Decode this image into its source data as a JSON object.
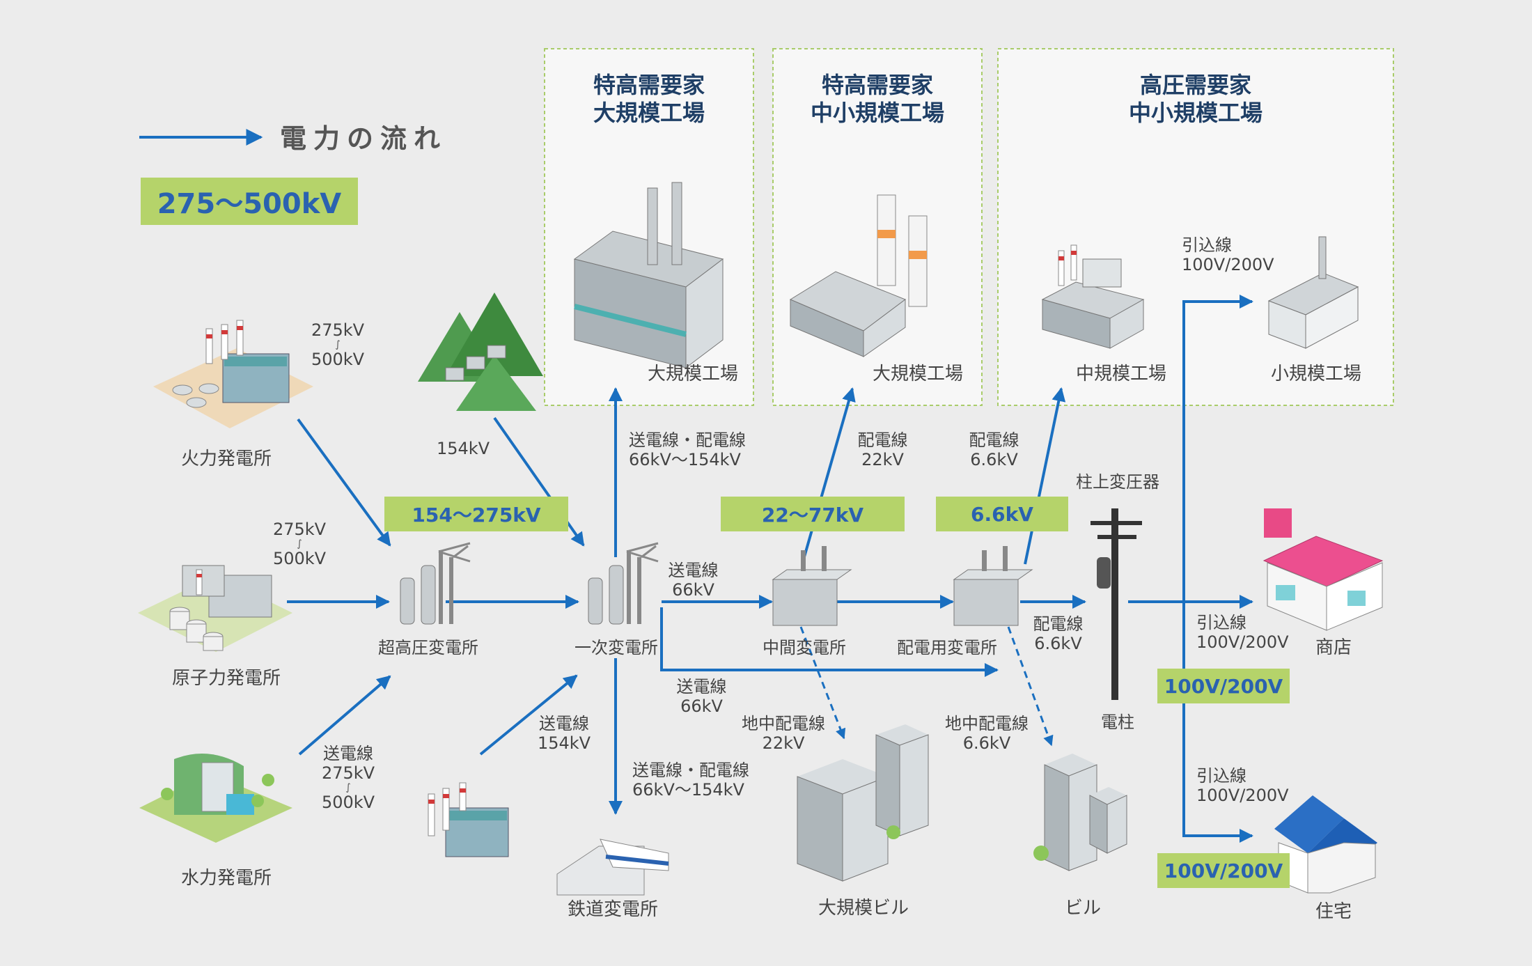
{
  "legend": {
    "text": "電力の流れ",
    "top_voltage": "275～500kV"
  },
  "categories": [
    {
      "line1": "特高需要家",
      "line2": "大規模工場"
    },
    {
      "line1": "特高需要家",
      "line2": "中小規模工場"
    },
    {
      "line1": "高圧需要家",
      "line2": "中小規模工場"
    }
  ],
  "badges": {
    "b1": "154～275kV",
    "b2": "22～77kV",
    "b3": "6.6kV",
    "b4": "100V/200V",
    "b5": "100V/200V"
  },
  "nodes": {
    "thermal": "火力発電所",
    "nuclear": "原子力発電所",
    "hydro": "水力発電所",
    "ultra_sub": "超高圧変電所",
    "primary_sub": "一次変電所",
    "intermediate_sub": "中間変電所",
    "distribution_sub": "配電用変電所",
    "railway_sub": "鉄道変電所",
    "large_factory_1": "大規模工場",
    "large_factory_2": "大規模工場",
    "medium_factory": "中規模工場",
    "small_factory": "小規模工場",
    "pole": "電柱",
    "pole_transformer": "柱上変圧器",
    "shop": "商店",
    "house": "住宅",
    "large_building": "大規模ビル",
    "building": "ビル"
  },
  "voltages": {
    "thermal": {
      "a": "275kV",
      "b": "500kV"
    },
    "nuclear": {
      "a": "275kV",
      "b": "500kV"
    },
    "hydro": {
      "a": "送電線",
      "b": "275kV",
      "c": "500kV"
    },
    "mountain": "154kV",
    "small_plant": {
      "a": "送電線",
      "b": "154kV"
    },
    "to_factory1": {
      "a": "送電線・配電線",
      "b": "66kV～154kV"
    },
    "to_railway": {
      "a": "送電線・配電線",
      "b": "66kV～154kV"
    },
    "primary_to_inter": {
      "a": "送電線",
      "b": "66kV"
    },
    "primary_lower": {
      "a": "送電線",
      "b": "66kV"
    },
    "to_factory2": {
      "a": "配電線",
      "b": "22kV"
    },
    "to_medium": {
      "a": "配電線",
      "b": "6.6kV"
    },
    "underground_22": {
      "a": "地中配電線",
      "b": "22kV"
    },
    "underground_66": {
      "a": "地中配電線",
      "b": "6.6kV"
    },
    "to_pole": {
      "a": "配電線",
      "b": "6.6kV"
    },
    "lead_small": {
      "a": "引込線",
      "b": "100V/200V"
    },
    "lead_shop": {
      "a": "引込線",
      "b": "100V/200V"
    },
    "lead_house": {
      "a": "引込線",
      "b": "100V/200V"
    }
  },
  "colors": {
    "arrow": "#1a6fc0",
    "badge": "#b5d36a",
    "badge_text": "#2a62b0",
    "background": "#ececec"
  }
}
